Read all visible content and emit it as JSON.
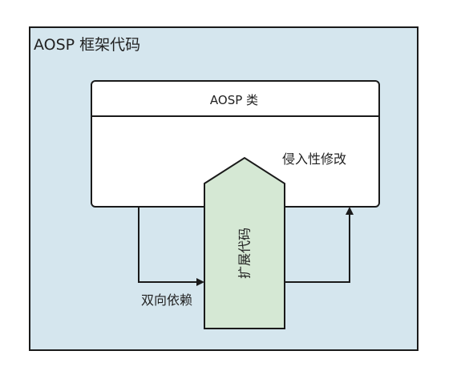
{
  "container": {
    "title": "AOSP 框架代码",
    "fill": "#d5e6ee",
    "stroke": "#1a1a1a"
  },
  "aosp_class": {
    "title": "AOSP 类",
    "fill": "#ffffff",
    "stroke": "#1a1a1a"
  },
  "intrusive_label": "侵入性修改",
  "extension": {
    "label": "扩展代码",
    "fill": "#d5e8d4",
    "stroke": "#1a1a1a"
  },
  "bidirectional_label": "双向依赖",
  "arrow_color": "#1a1a1a"
}
